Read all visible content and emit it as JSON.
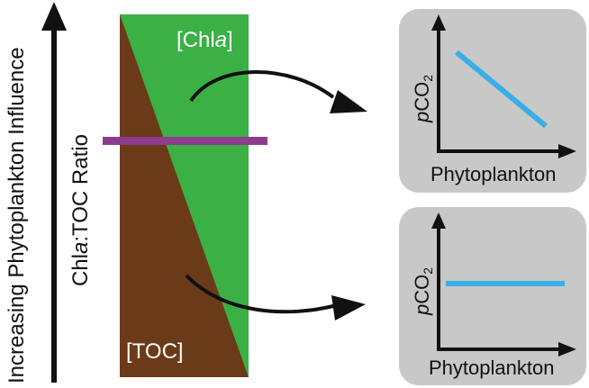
{
  "axis": {
    "outer_label": "Increasing Phytoplankton Influence",
    "inner_label_pre": "Chl",
    "inner_label_italic": "a",
    "inner_label_post": ":TOC Ratio"
  },
  "ratio_bar": {
    "top_label_pre": "[Chl",
    "top_label_italic": "a",
    "top_label_post": "]",
    "bottom_label": "[TOC]"
  },
  "panels": [
    {
      "id": "top",
      "y_label_italic": "p",
      "y_label_main": "CO",
      "y_label_sub": "2",
      "x_label": "Phytoplankton",
      "relationship": "negative"
    },
    {
      "id": "bottom",
      "y_label_italic": "p",
      "y_label_main": "CO",
      "y_label_sub": "2",
      "x_label": "Phytoplankton",
      "relationship": "none"
    }
  ],
  "colors": {
    "green": "#3bb045",
    "brown": "#6b3a19",
    "purple": "#8e3c8e",
    "panel_bg": "#c8c8c8",
    "trend_line": "#3aaee6",
    "ink": "#111111"
  }
}
